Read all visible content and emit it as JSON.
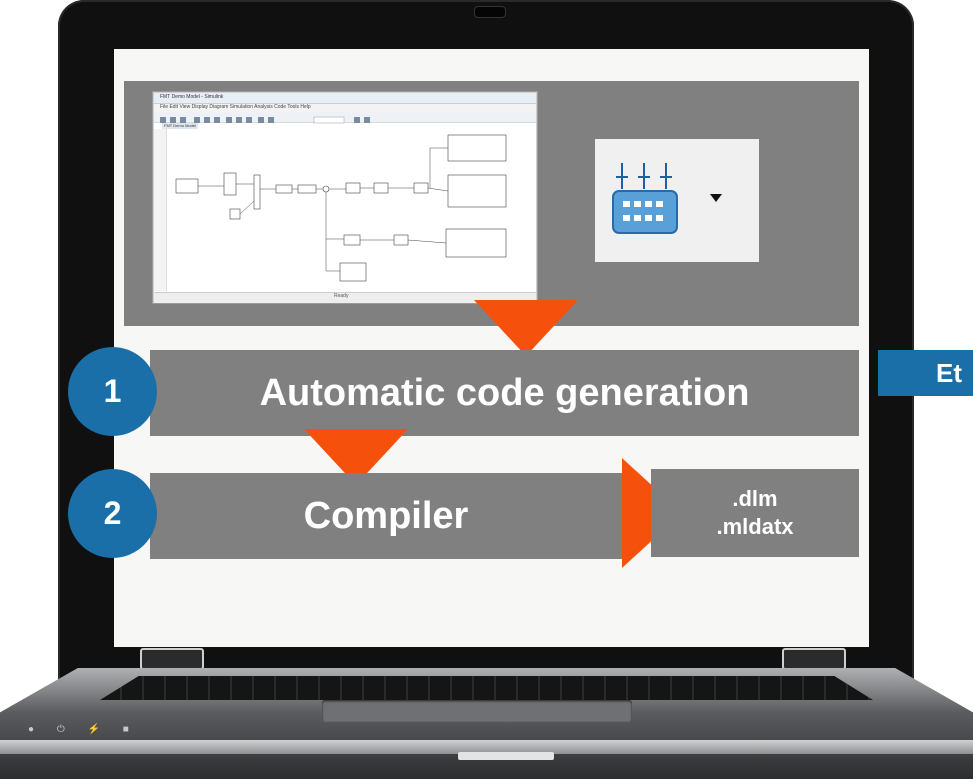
{
  "laptop": {
    "status_lights": "● ⏻ ⚡ ■"
  },
  "simulink_window": {
    "title": "FMT Demo Model - Simulink",
    "menu": "File  Edit  View  Display  Diagram  Simulation  Analysis  Code  Tools  Help",
    "tab": "FMT Demo Model",
    "status": "Ready"
  },
  "icons": {
    "block_icon": "s-function-block-icon",
    "dropdown": "dropdown-arrow-icon"
  },
  "steps": [
    {
      "number": "1",
      "label": "Automatic code generation"
    },
    {
      "number": "2",
      "label": "Compiler"
    }
  ],
  "output": {
    "line1": ".dlm",
    "line2": ".mldatx"
  },
  "side_label": "Et",
  "colors": {
    "step_circle": "#1a6fa9",
    "arrow": "#f5510d",
    "panel_gray": "#808080"
  }
}
